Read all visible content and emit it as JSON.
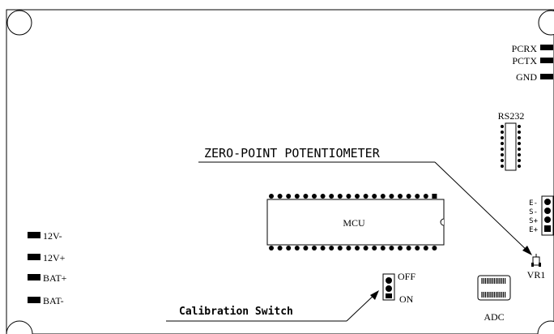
{
  "board": {
    "callouts": {
      "zero_point": "ZERO-POINT POTENTIOMETER",
      "calibration": "Calibration Switch"
    },
    "serial_pins": [
      {
        "label": "PCRX"
      },
      {
        "label": "PCTX"
      },
      {
        "label": "GND"
      }
    ],
    "rs232_label": "RS232",
    "mcu_label": "MCU",
    "sensor_pins": [
      {
        "label": "E-"
      },
      {
        "label": "S-"
      },
      {
        "label": "S+"
      },
      {
        "label": "E+"
      }
    ],
    "vr1_label": "VR1",
    "adc_label": "ADC",
    "switch": {
      "off_label": "OFF",
      "on_label": "ON"
    },
    "power_pins": [
      {
        "label": "12V-"
      },
      {
        "label": "12V+"
      },
      {
        "label": "BAT+"
      },
      {
        "label": "BAT-"
      }
    ]
  }
}
